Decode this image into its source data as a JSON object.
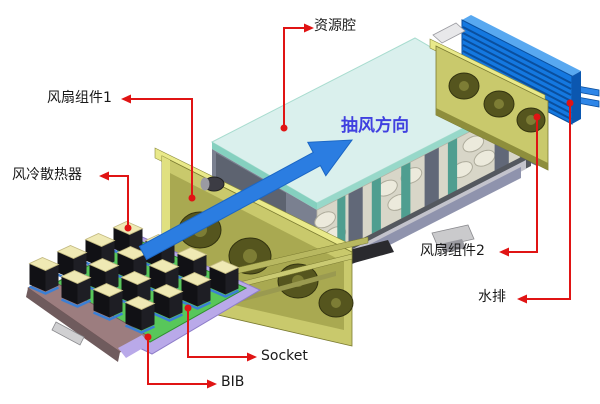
{
  "diagram": {
    "type": "isometric-cad-annotated-assembly",
    "labels": {
      "resource_cavity": "资源腔",
      "fan_assembly_1": "风扇组件1",
      "air_cooled_heatsink": "风冷散热器",
      "exhaust_direction": "抽风方向",
      "fan_assembly_2": "风扇组件2",
      "water_radiator": "水排",
      "socket": "Socket",
      "bib": "BIB"
    },
    "colors": {
      "callout": "#e01414",
      "arrow": "#2b7de1",
      "direction_text": "#4040e0",
      "label_text": "#1a1a1a",
      "chassis_top": "#daf0ed",
      "chassis_front": "#d8d6c8",
      "radiator": "#1478e0",
      "fan_frame": "#c9c96c",
      "pcb_green": "#58c75a",
      "board_purple": "#b9a9e9",
      "tray_brown": "#9c7d7f",
      "heatsink_top": "#efe9b4",
      "heatsink_body": "#111115"
    }
  }
}
